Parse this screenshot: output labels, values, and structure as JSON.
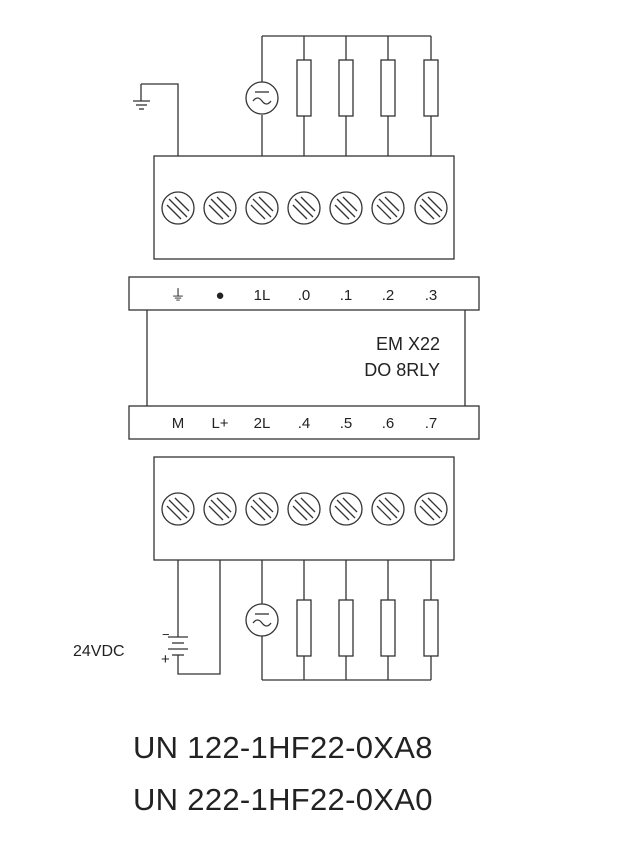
{
  "module": {
    "name": "EM X22",
    "type": "DO 8RLY"
  },
  "top_terminals": [
    {
      "label": "⏚",
      "icon": "ground-icon"
    },
    {
      "label": "●",
      "icon": "dot-icon"
    },
    {
      "label": "1L"
    },
    {
      "label": ".0"
    },
    {
      "label": ".1"
    },
    {
      "label": ".2"
    },
    {
      "label": ".3"
    }
  ],
  "bottom_terminals": [
    {
      "label": "M"
    },
    {
      "label": "L+"
    },
    {
      "label": "2L"
    },
    {
      "label": ".4"
    },
    {
      "label": ".5"
    },
    {
      "label": ".6"
    },
    {
      "label": ".7"
    }
  ],
  "supply": {
    "label": "24VDC",
    "minus": "−",
    "plus": "+"
  },
  "part_numbers": [
    "UN  122-1HF22-0XA8",
    "UN  222-1HF22-0XA0"
  ],
  "colors": {
    "line": "#333333",
    "text": "#222222",
    "background": "#ffffff"
  }
}
